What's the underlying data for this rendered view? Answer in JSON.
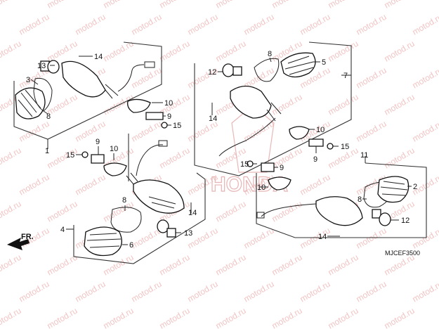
{
  "watermark_text": "motod.ru",
  "brand_watermark": "HONDA",
  "diagram_code": "MJCEF3500",
  "front_indicator": "FR.",
  "callouts": {
    "c1": "1",
    "c2": "2",
    "c3": "3",
    "c4": "4",
    "c5": "5",
    "c6": "6",
    "c7": "7",
    "c8a": "8",
    "c8b": "8",
    "c8c": "8",
    "c8d": "8",
    "c9a": "9",
    "c9b": "9",
    "c9c": "9",
    "c9d": "9",
    "c10a": "10",
    "c10b": "10",
    "c10c": "10",
    "c10d": "10",
    "c11": "11",
    "c12a": "12",
    "c12b": "12",
    "c13a": "13",
    "c13b": "13",
    "c14a": "14",
    "c14b": "14",
    "c14c": "14",
    "c14d": "14",
    "c15a": "15",
    "c15b": "15",
    "c15c": "15",
    "c15d": "15"
  },
  "colors": {
    "line": "#222222",
    "watermark": "#f2c4c4",
    "background": "#ffffff"
  }
}
